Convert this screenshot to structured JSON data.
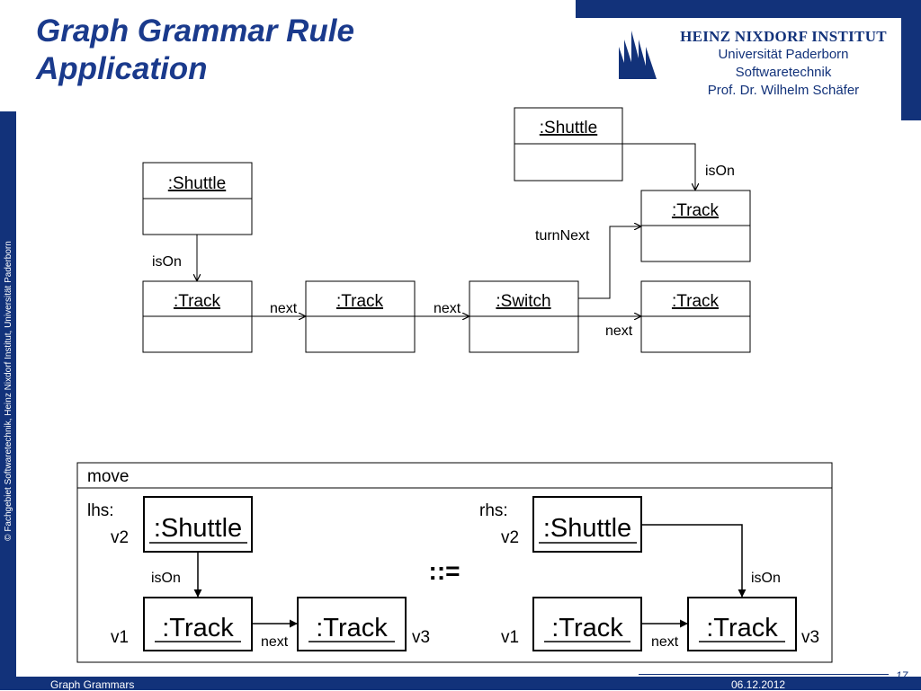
{
  "slide": {
    "title_line1": "Graph Grammar Rule",
    "title_line2": "Application"
  },
  "institute": {
    "name": "HEINZ NIXDORF INSTITUT",
    "university": "Universität Paderborn",
    "department": "Softwaretechnik",
    "professor": "Prof. Dr. Wilhelm Schäfer"
  },
  "sidebar": {
    "copyright": "© Fachgebiet Softwaretechnik, Heinz Nixdorf Institut, Universität Paderborn"
  },
  "footer": {
    "title": "Graph Grammars",
    "date": "06.12.2012",
    "page": "17"
  },
  "host_graph": {
    "nodes": {
      "shuttle_a": ":Shuttle",
      "shuttle_b": ":Shuttle",
      "track_1": ":Track",
      "track_2": ":Track",
      "switch": ":Switch",
      "track_turn": ":Track",
      "track_next": ":Track"
    },
    "edges": {
      "ison_a": "isOn",
      "ison_b": "isOn",
      "next_1": "next",
      "next_2": "next",
      "turnnext": "turnNext",
      "next_3": "next"
    }
  },
  "rule": {
    "name": "move",
    "operator": "::=",
    "lhs": {
      "label": "lhs:",
      "shuttle": ":Shuttle",
      "shuttle_var": "v2",
      "track_a": ":Track",
      "track_a_var": "v1",
      "track_b": ":Track",
      "track_b_var": "v3",
      "ison": "isOn",
      "next": "next"
    },
    "rhs": {
      "label": "rhs:",
      "shuttle": ":Shuttle",
      "shuttle_var": "v2",
      "track_a": ":Track",
      "track_a_var": "v1",
      "track_b": ":Track",
      "track_b_var": "v3",
      "ison": "isOn",
      "next": "next"
    }
  }
}
